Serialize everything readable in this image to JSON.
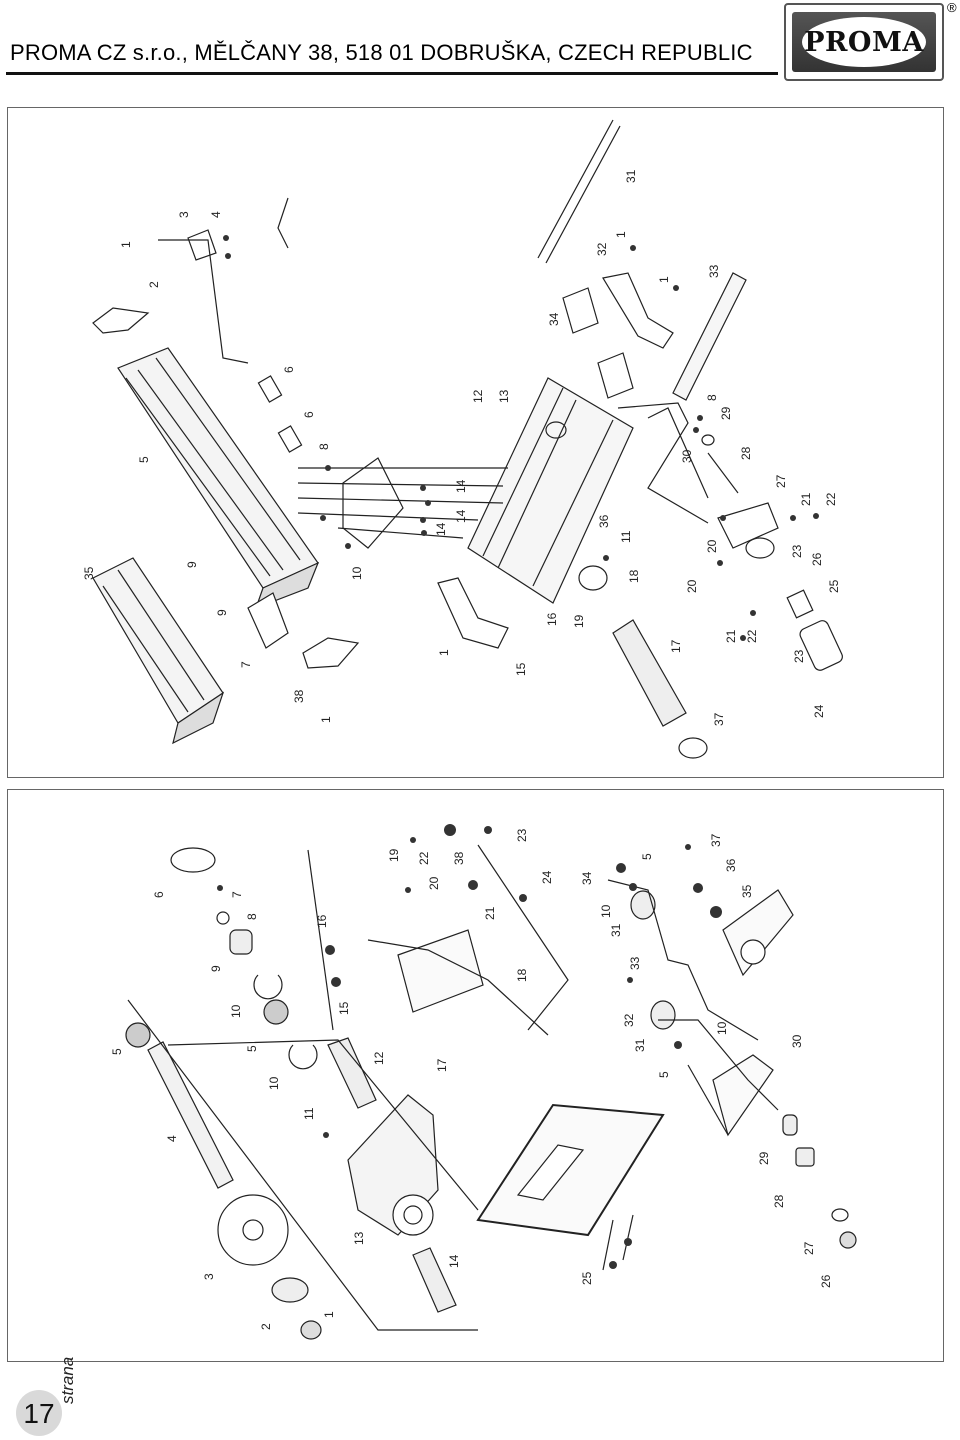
{
  "header": {
    "address": "PROMA CZ s.r.o., MĚLČANY 38, 518 01 DOBRUŠKA, CZECH REPUBLIC",
    "logo_text": "PROMA",
    "registered_mark": "®"
  },
  "top_diagram": {
    "labels": [
      "1",
      "2",
      "3",
      "4",
      "5",
      "6",
      "6",
      "7",
      "8",
      "9",
      "9",
      "10",
      "1",
      "12",
      "13",
      "14",
      "14",
      "14",
      "15",
      "16",
      "17",
      "18",
      "19",
      "11",
      "20",
      "20",
      "21",
      "21",
      "22",
      "22",
      "23",
      "23",
      "24",
      "25",
      "26",
      "27",
      "28",
      "29",
      "30",
      "8",
      "31",
      "32",
      "33",
      "34",
      "35",
      "36",
      "37",
      "38",
      "1",
      "1",
      "1"
    ]
  },
  "bottom_diagram": {
    "labels": [
      "1",
      "2",
      "3",
      "4",
      "5",
      "5",
      "6",
      "7",
      "8",
      "9",
      "10",
      "10",
      "11",
      "12",
      "13",
      "14",
      "15",
      "16",
      "17",
      "18",
      "19",
      "20",
      "21",
      "22",
      "38",
      "23",
      "24",
      "25",
      "26",
      "27",
      "28",
      "29",
      "30",
      "5",
      "10",
      "31",
      "32",
      "33",
      "31",
      "10",
      "34",
      "5",
      "35",
      "36",
      "37"
    ]
  },
  "footer": {
    "page_number": "17",
    "page_word": "strana"
  }
}
